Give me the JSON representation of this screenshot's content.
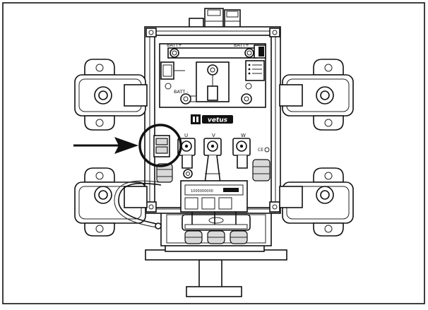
{
  "labels": {
    "batt_plus_left": "BATT+",
    "batt_plus_right": "BATT+",
    "batt_minus": "BATT -",
    "terminal_u": "U",
    "terminal_v": "V",
    "terminal_w": "W",
    "brand": "vetus",
    "ce_mark": "CE",
    "serial_plate": "1000000000"
  },
  "icons": {
    "pointer": "arrow-right-icon",
    "highlight": "circle-highlight",
    "logo": "vetus-logo-icon"
  },
  "colors": {
    "line": "#111111",
    "background": "#ffffff",
    "shade": "#d9d9d9"
  }
}
